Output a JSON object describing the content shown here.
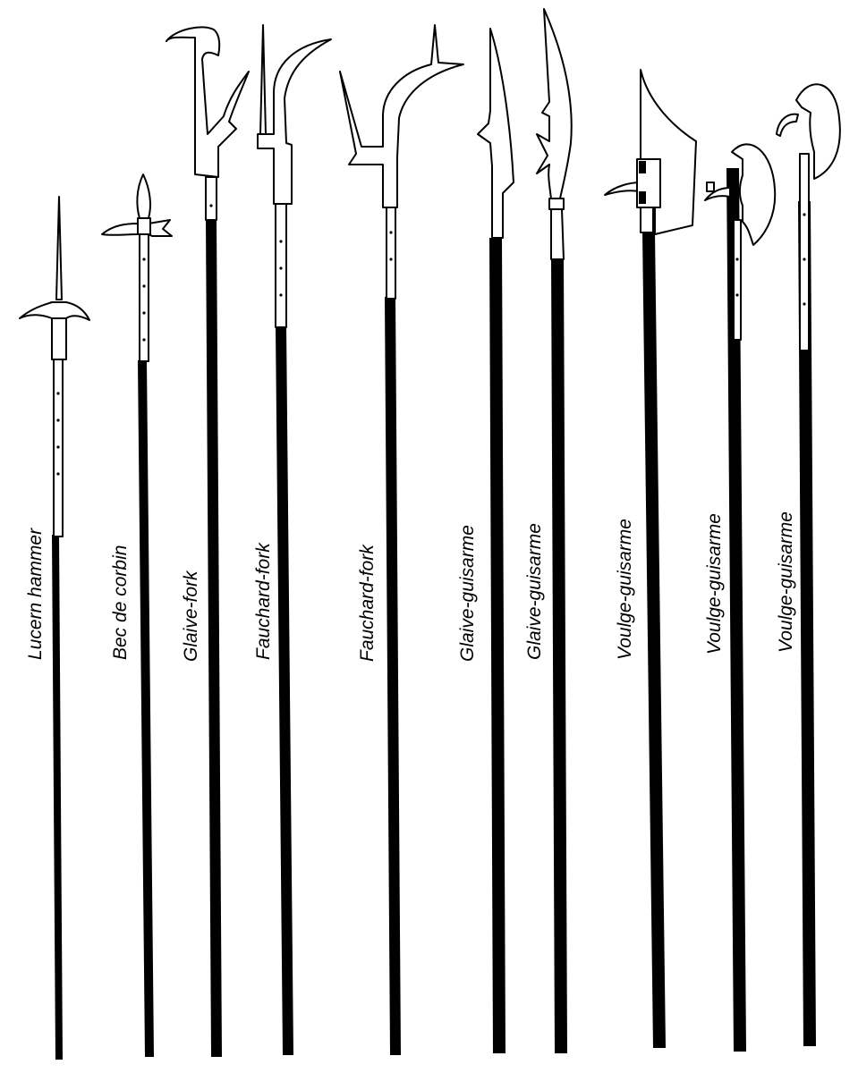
{
  "figure": {
    "background": "#ffffff",
    "ink": "#000000",
    "weapons": [
      {
        "id": "lucern-hammer",
        "label": "Lucern hammer",
        "head_icon": "hammer-spike-head"
      },
      {
        "id": "bec-de-corbin",
        "label": "Bec de corbin",
        "head_icon": "spear-beak-head"
      },
      {
        "id": "glaive-fork-1",
        "label": "Glaive-fork",
        "head_icon": "hooked-glaive-head"
      },
      {
        "id": "fauchard-fork-1",
        "label": "Fauchard-fork",
        "head_icon": "curved-fork-head"
      },
      {
        "id": "fauchard-fork-2",
        "label": "Fauchard-fork",
        "head_icon": "curved-fork-head"
      },
      {
        "id": "glaive-guisarme-1",
        "label": "Glaive-guisarme",
        "head_icon": "glaive-hook-head"
      },
      {
        "id": "glaive-guisarme-2",
        "label": "Glaive-guisarme",
        "head_icon": "glaive-hook-head"
      },
      {
        "id": "voulge-guisarme-1",
        "label": "Voulge-guisarme",
        "head_icon": "voulge-blade-head"
      },
      {
        "id": "voulge-guisarme-2",
        "label": "Voulge-guisarme",
        "head_icon": "axe-blade-head"
      },
      {
        "id": "voulge-guisarme-3",
        "label": "Voulge-guisarme",
        "head_icon": "axe-blade-head"
      }
    ]
  }
}
